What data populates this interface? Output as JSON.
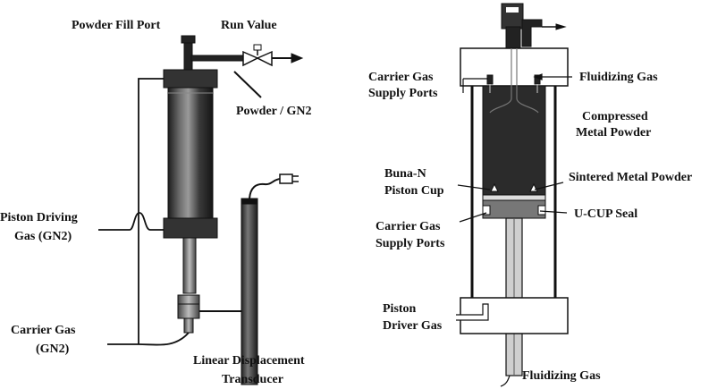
{
  "left": {
    "powder_fill_port": "Powder Fill Port",
    "run_value": "Run Value",
    "powder_gn2": "Powder / GN2",
    "piston_driving_gas_1": "Piston Driving",
    "piston_driving_gas_2": "Gas (GN2)",
    "carrier_gas_1": "Carrier Gas",
    "carrier_gas_2": "(GN2)",
    "ldt_1": "Linear Displacement",
    "ldt_2": "Transducer"
  },
  "right": {
    "carrier_supply_top_1": "Carrier Gas",
    "carrier_supply_top_2": "Supply Ports",
    "fluidizing_gas_top": "Fluidizing Gas",
    "compressed_1": "Compressed",
    "compressed_2": "Metal Powder",
    "buna_1": "Buna-N",
    "buna_2": "Piston Cup",
    "sintered": "Sintered Metal Powder",
    "carrier_supply_bottom_1": "Carrier Gas",
    "carrier_supply_bottom_2": "Supply Ports",
    "ucup": "U-CUP Seal",
    "piston_driver_1": "Piston",
    "piston_driver_2": "Driver Gas",
    "fluidizing_gas_bottom": "Fluidizing Gas"
  },
  "colors": {
    "ink": "#111111",
    "powder": "#2b2b2b",
    "cylinder_body": "#3a3a3a",
    "flange": "#555555"
  }
}
